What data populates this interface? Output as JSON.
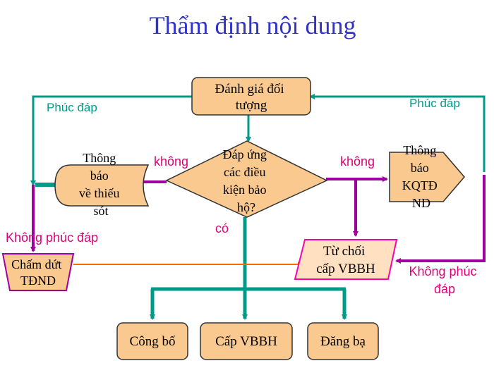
{
  "title": "Thẩm định nội dung",
  "nodes": {
    "evaluate": [
      "Đánh giá đối",
      "tượng"
    ],
    "decision": [
      "Đáp ứng",
      "các điều",
      "kiện bảo",
      "hộ?"
    ],
    "notify_missing": [
      "Thông",
      "báo",
      "về thiếu",
      "sót"
    ],
    "notify_result": [
      "Thông",
      "báo",
      "KQTĐ",
      "ND"
    ],
    "refuse": [
      "Từ chối",
      "cấp VBBH"
    ],
    "terminate": [
      "Chấm dứt",
      "TĐND"
    ],
    "publish": "Công bố",
    "issue": "Cấp VBBH",
    "register": "Đăng bạ"
  },
  "labels": {
    "reply_left": "Phúc đáp",
    "reply_right": "Phúc đáp",
    "no_left": "không",
    "no_right": "không",
    "yes": "có",
    "no_reply_left": "Không phúc đáp",
    "no_reply_right": [
      "Không phúc",
      "đáp"
    ]
  },
  "colors": {
    "title": "#3333cc",
    "box_fill": "#f9c98f",
    "box_stroke": "#333333",
    "teal_line": "#009b88",
    "magenta_line": "#a000a0",
    "orange_line": "#ff6a00",
    "teal_text": "#009b88",
    "magenta_text": "#e0007a",
    "refuse_fill": "#ffe0c0",
    "refuse_stroke": "#ff00aa"
  }
}
